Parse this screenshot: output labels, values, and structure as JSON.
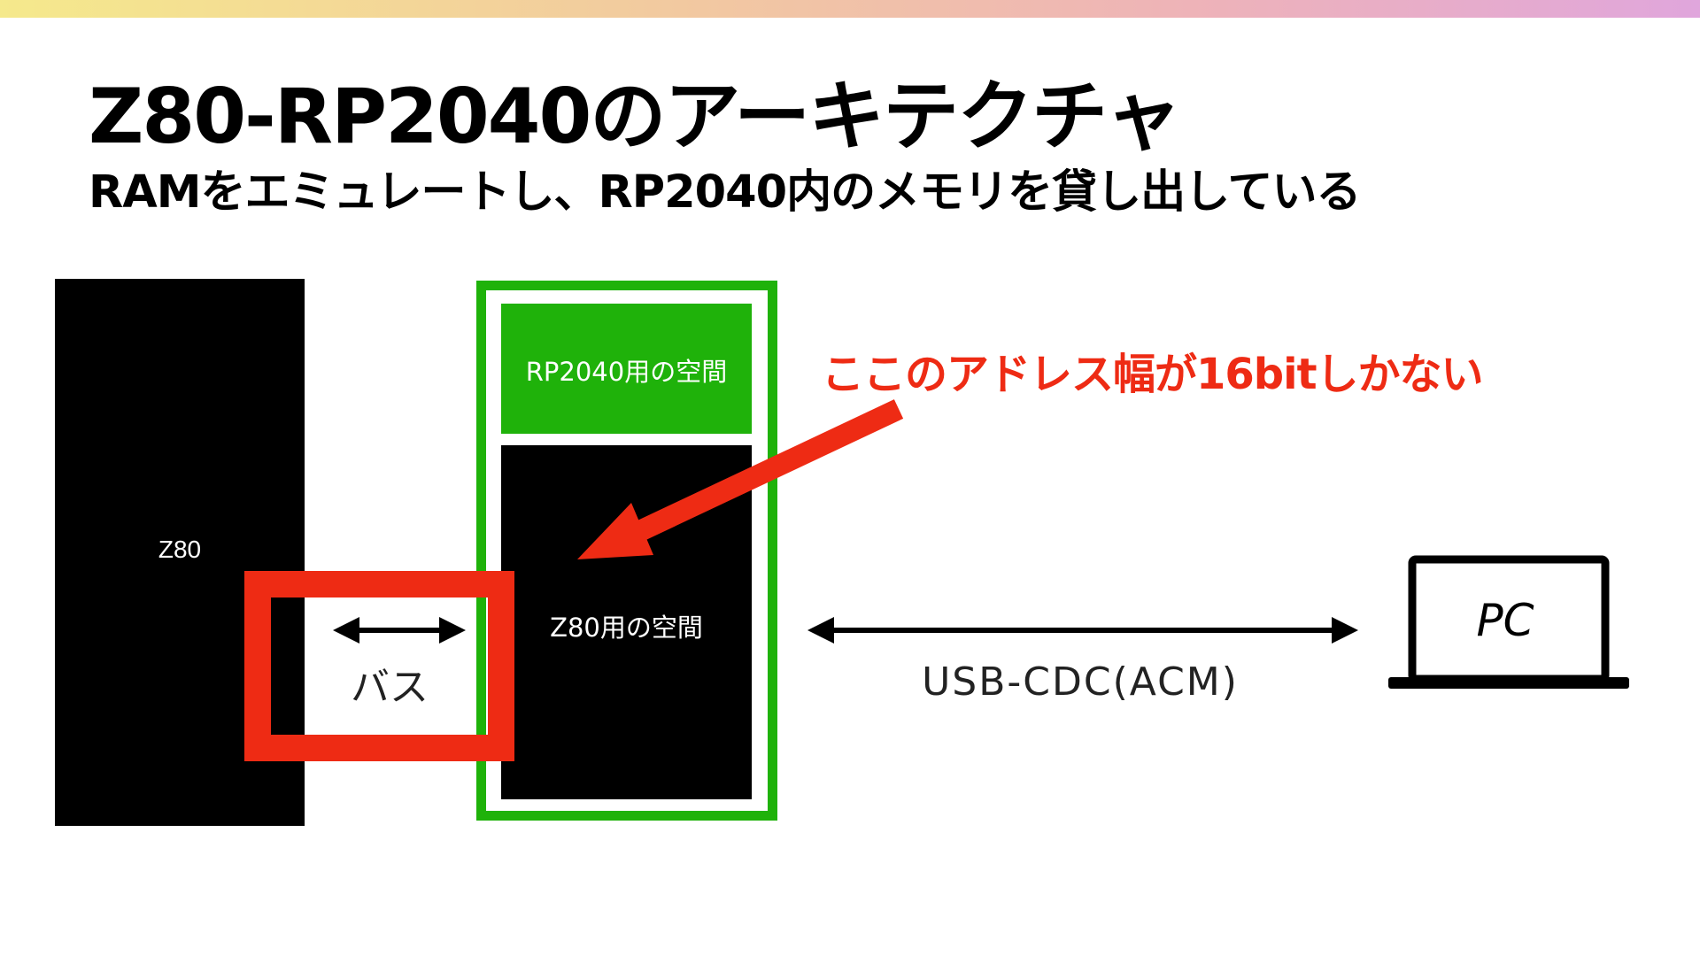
{
  "slide": {
    "title": "Z80-RP2040のアーキテクチャ",
    "subtitle": "RAMをエミュレートし、RP2040内のメモリを貸し出している"
  },
  "diagram": {
    "z80": {
      "label": "Z80"
    },
    "rp2040": {
      "rp_space_label": "RP2040用の空間",
      "z80_space_label": "Z80用の空間"
    },
    "bus": {
      "label": "バス"
    },
    "usb": {
      "label": "USB-CDC(ACM)"
    },
    "pc": {
      "label": "PC"
    },
    "callout": {
      "label": "ここのアドレス幅が16bitしかない"
    }
  },
  "colors": {
    "accent_green": "#1fb20a",
    "highlight_red": "#ee2b14",
    "block_black": "#000000"
  },
  "icons": {
    "pc": "laptop-icon"
  }
}
